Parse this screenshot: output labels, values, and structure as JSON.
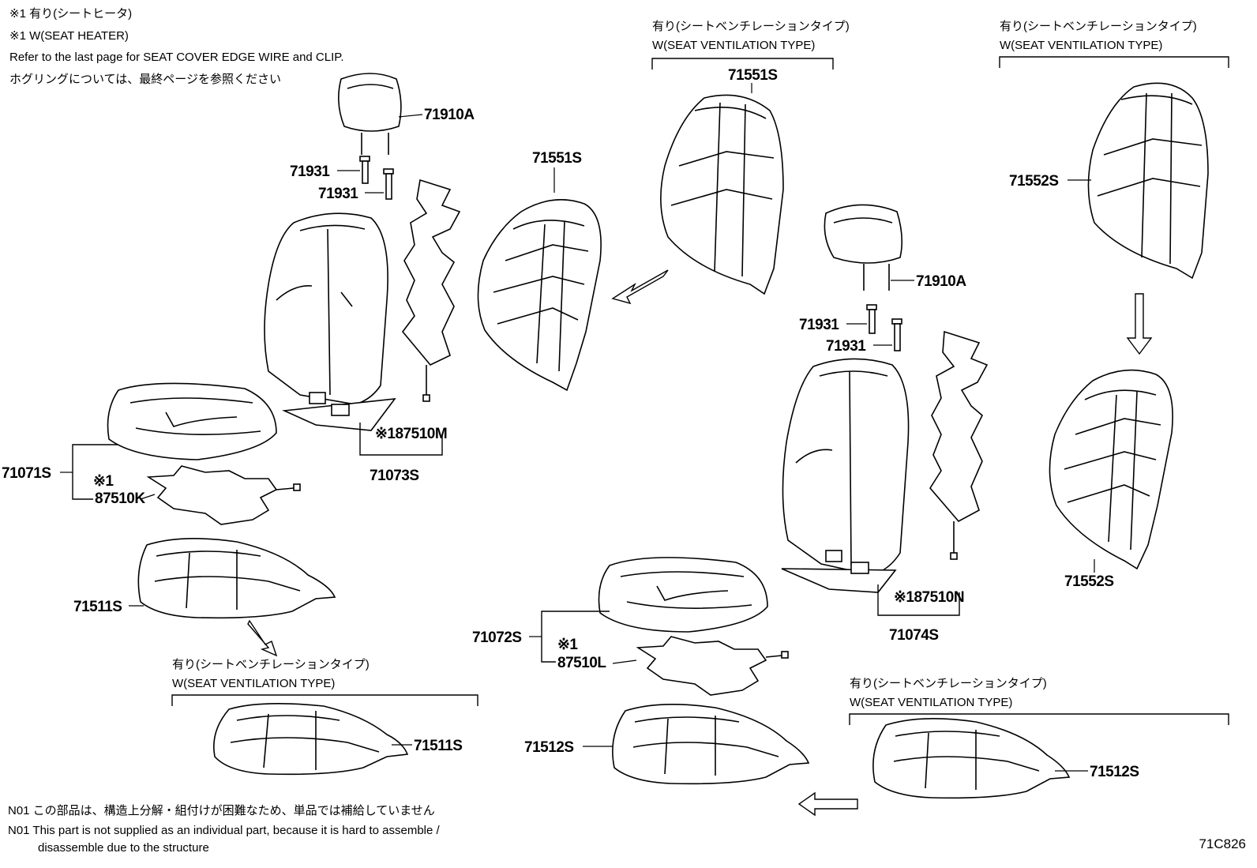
{
  "notes": {
    "line1": "※1  有り(シートヒータ)",
    "line2": "※1  W(SEAT HEATER)",
    "line3": "Refer to the last page for SEAT COVER EDGE WIRE and CLIP.",
    "line4": "ホグリングについては、最終ページを参照ください"
  },
  "ventilation_header": {
    "jp": "有り(シートベンチレーションタイプ)",
    "en": "W(SEAT VENTILATION TYPE)"
  },
  "callouts": {
    "headrest_left": "71910A",
    "headrest_right": "71910A",
    "guide_1": "71931",
    "guide_2": "71931",
    "guide_3": "71931",
    "guide_4": "71931",
    "back_pad_left": "71551S",
    "back_pad_vent_top": "71551S",
    "back_pad_vent_right": "71552S",
    "back_pad_right": "71552S",
    "heater_back_left": "※187510M",
    "heater_back_right": "※187510N",
    "back_assy_left": "71073S",
    "back_assy_right": "71074S",
    "cushion_assy_left": "71071S",
    "cushion_assy_right": "71072S",
    "heater_cushion_left_mark": "※1",
    "heater_cushion_left": "87510K",
    "heater_cushion_right_mark": "※1",
    "heater_cushion_right": "87510L",
    "cushion_pad_left": "71511S",
    "cushion_pad_vent_left": "71511S",
    "cushion_pad_right": "71512S",
    "cushion_pad_vent_right": "71512S"
  },
  "footnotes": {
    "jp": "N01 この部品は、構造上分解・組付けが困難なため、単品では補給していません",
    "en1": "N01 This part is not supplied as an individual part, because it is hard to assemble /",
    "en2": "disassemble due to the structure"
  },
  "diagram_code": "71C826"
}
